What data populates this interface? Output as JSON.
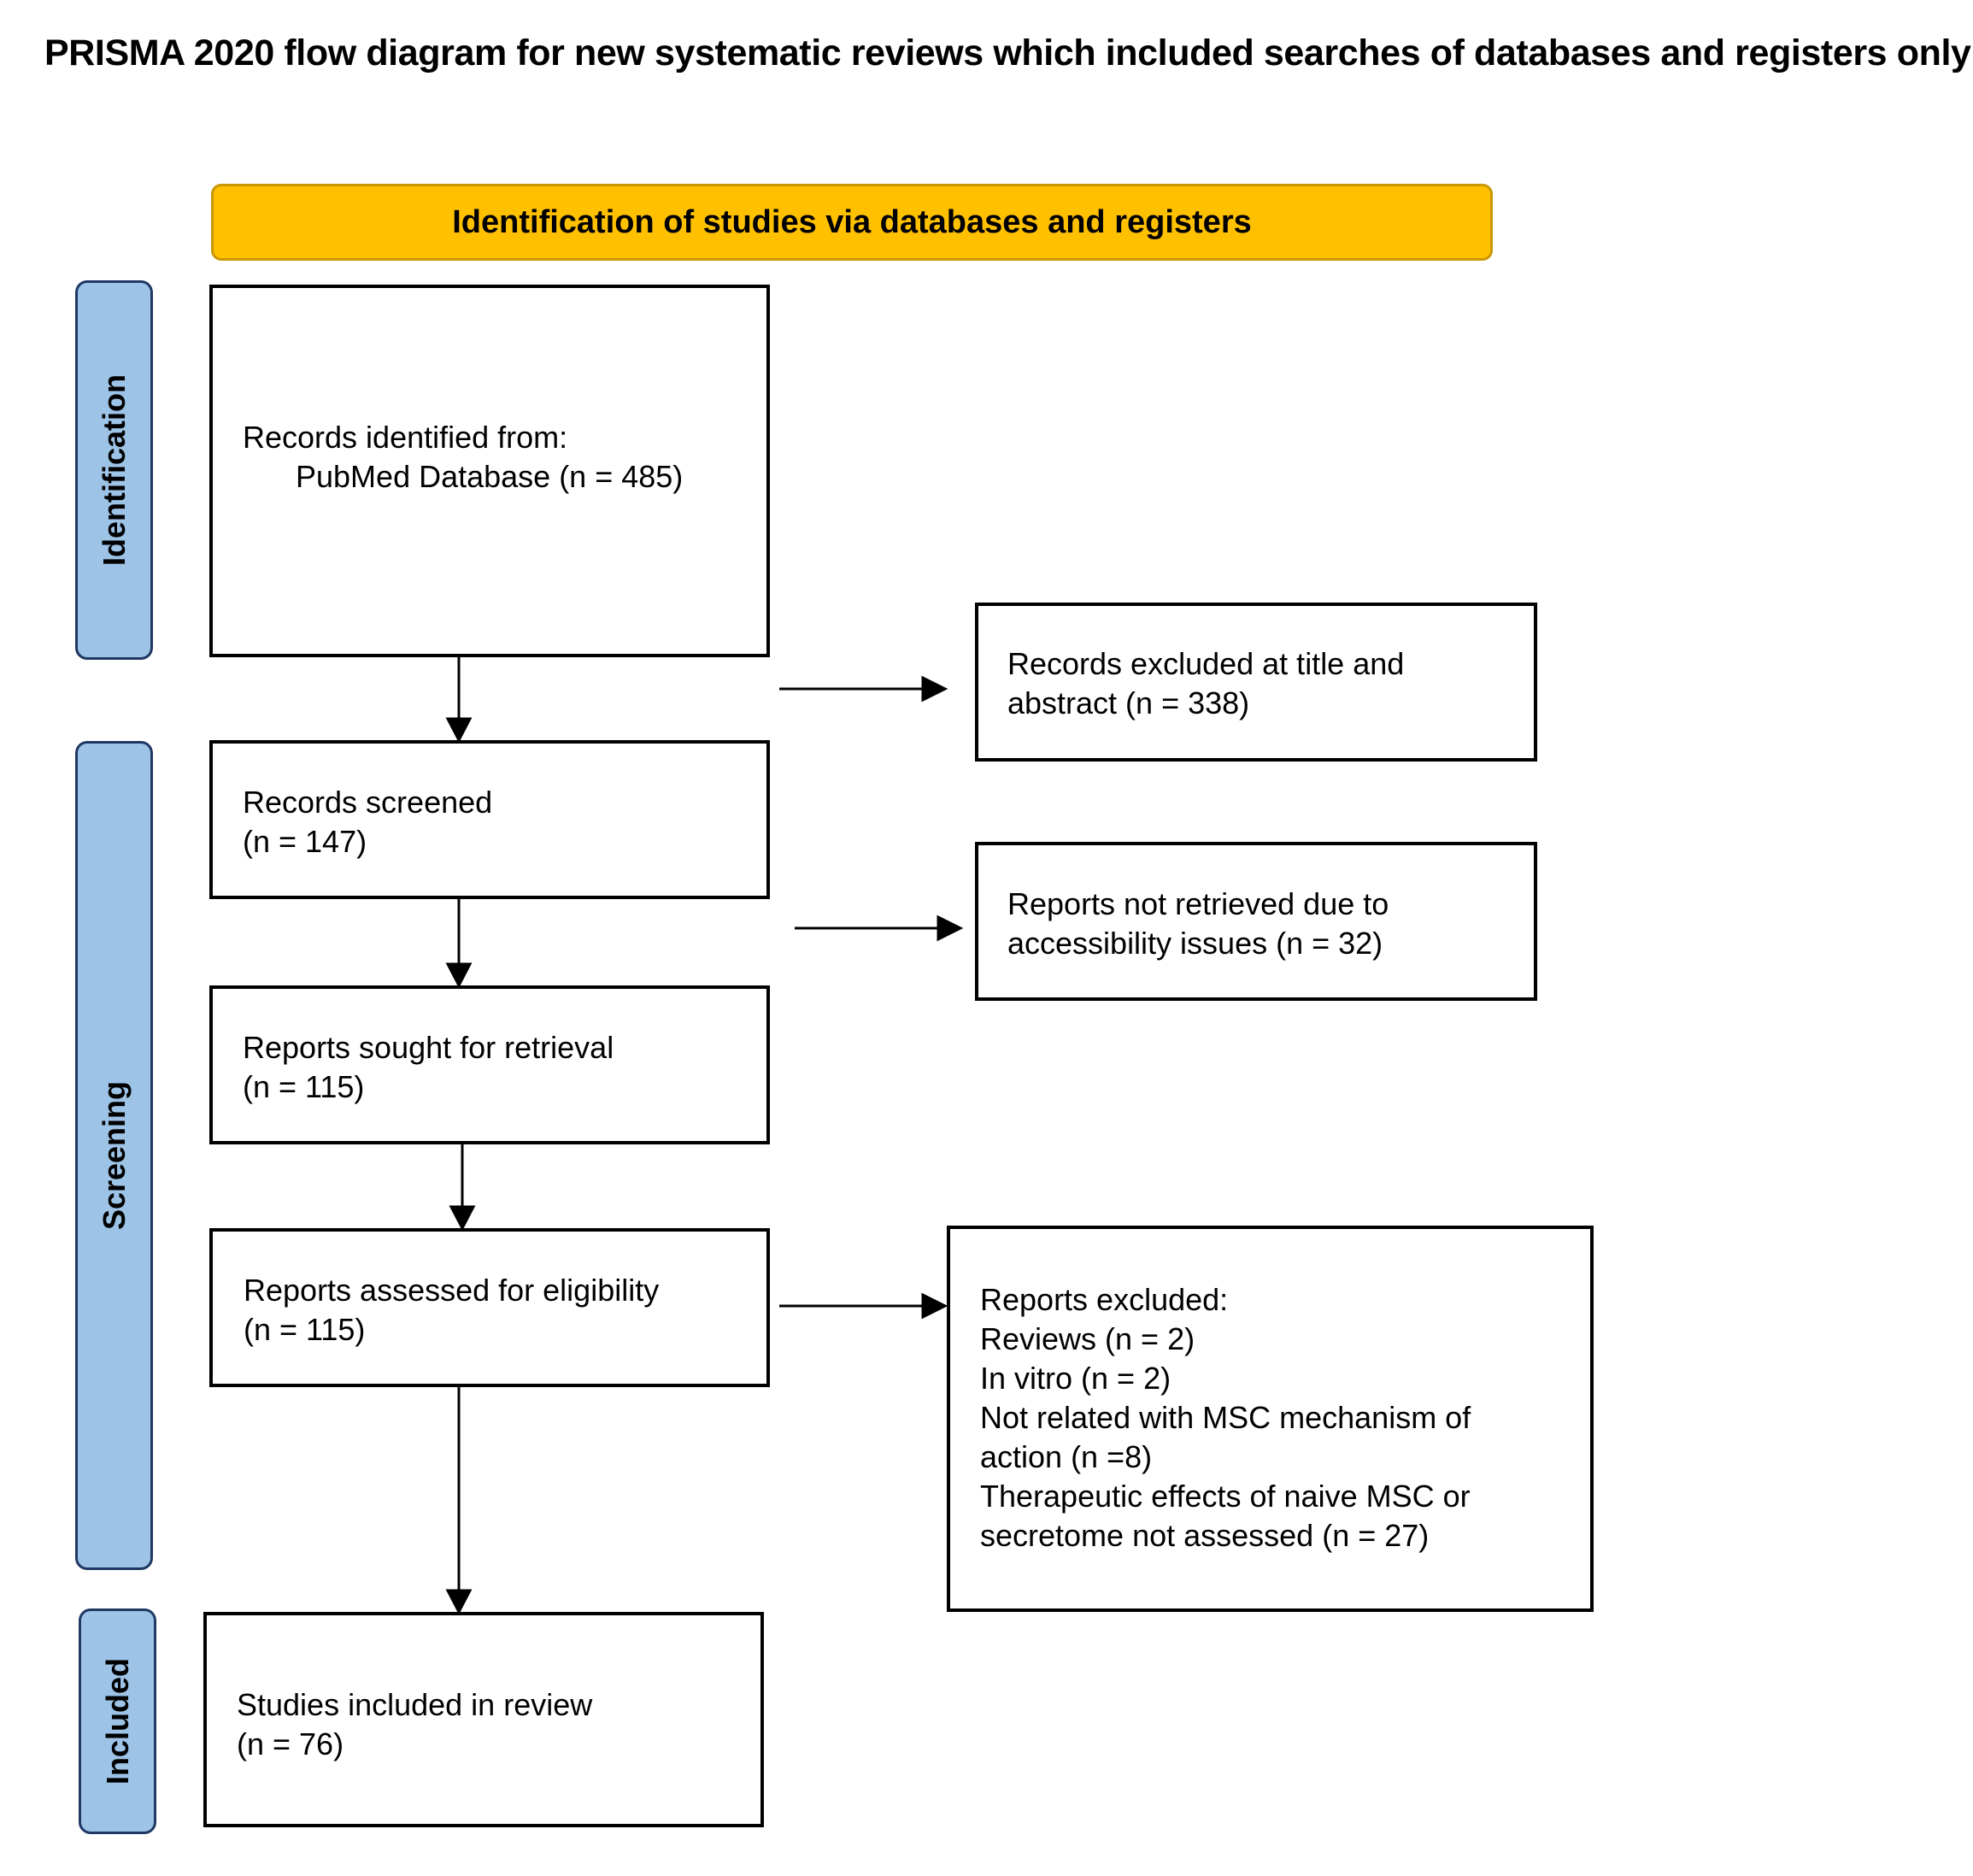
{
  "title": "PRISMA 2020 flow diagram for new systematic reviews which included searches of databases and registers only",
  "banner": "Identification of studies via databases and registers",
  "phases": {
    "identification": "Identification",
    "screening": "Screening",
    "included": "Included"
  },
  "boxes": {
    "records_identified": {
      "line1": "Records identified from:",
      "line2": "PubMed Database (n = 485)"
    },
    "records_excluded": {
      "line1": "Records excluded at title and",
      "line2": "abstract (n = 338)"
    },
    "records_screened": {
      "line1": "Records screened",
      "line2": "(n = 147)"
    },
    "not_retrieved": {
      "line1": "Reports not retrieved due to",
      "line2": "accessibility issues (n = 32)"
    },
    "sought_retrieval": {
      "line1": "Reports sought for retrieval",
      "line2": "(n = 115)"
    },
    "assessed_eligibility": {
      "line1": "Reports assessed for eligibility",
      "line2": "(n = 115)"
    },
    "reports_excluded": {
      "lines": [
        "Reports excluded:",
        "Reviews (n = 2)",
        "In vitro (n = 2)",
        "Not related with MSC mechanism of",
        "action (n =8)",
        "Therapeutic effects of naive MSC or",
        "secretome not assessed (n = 27)"
      ]
    },
    "studies_included": {
      "line1": "Studies included in review",
      "line2": "(n = 76)"
    }
  }
}
